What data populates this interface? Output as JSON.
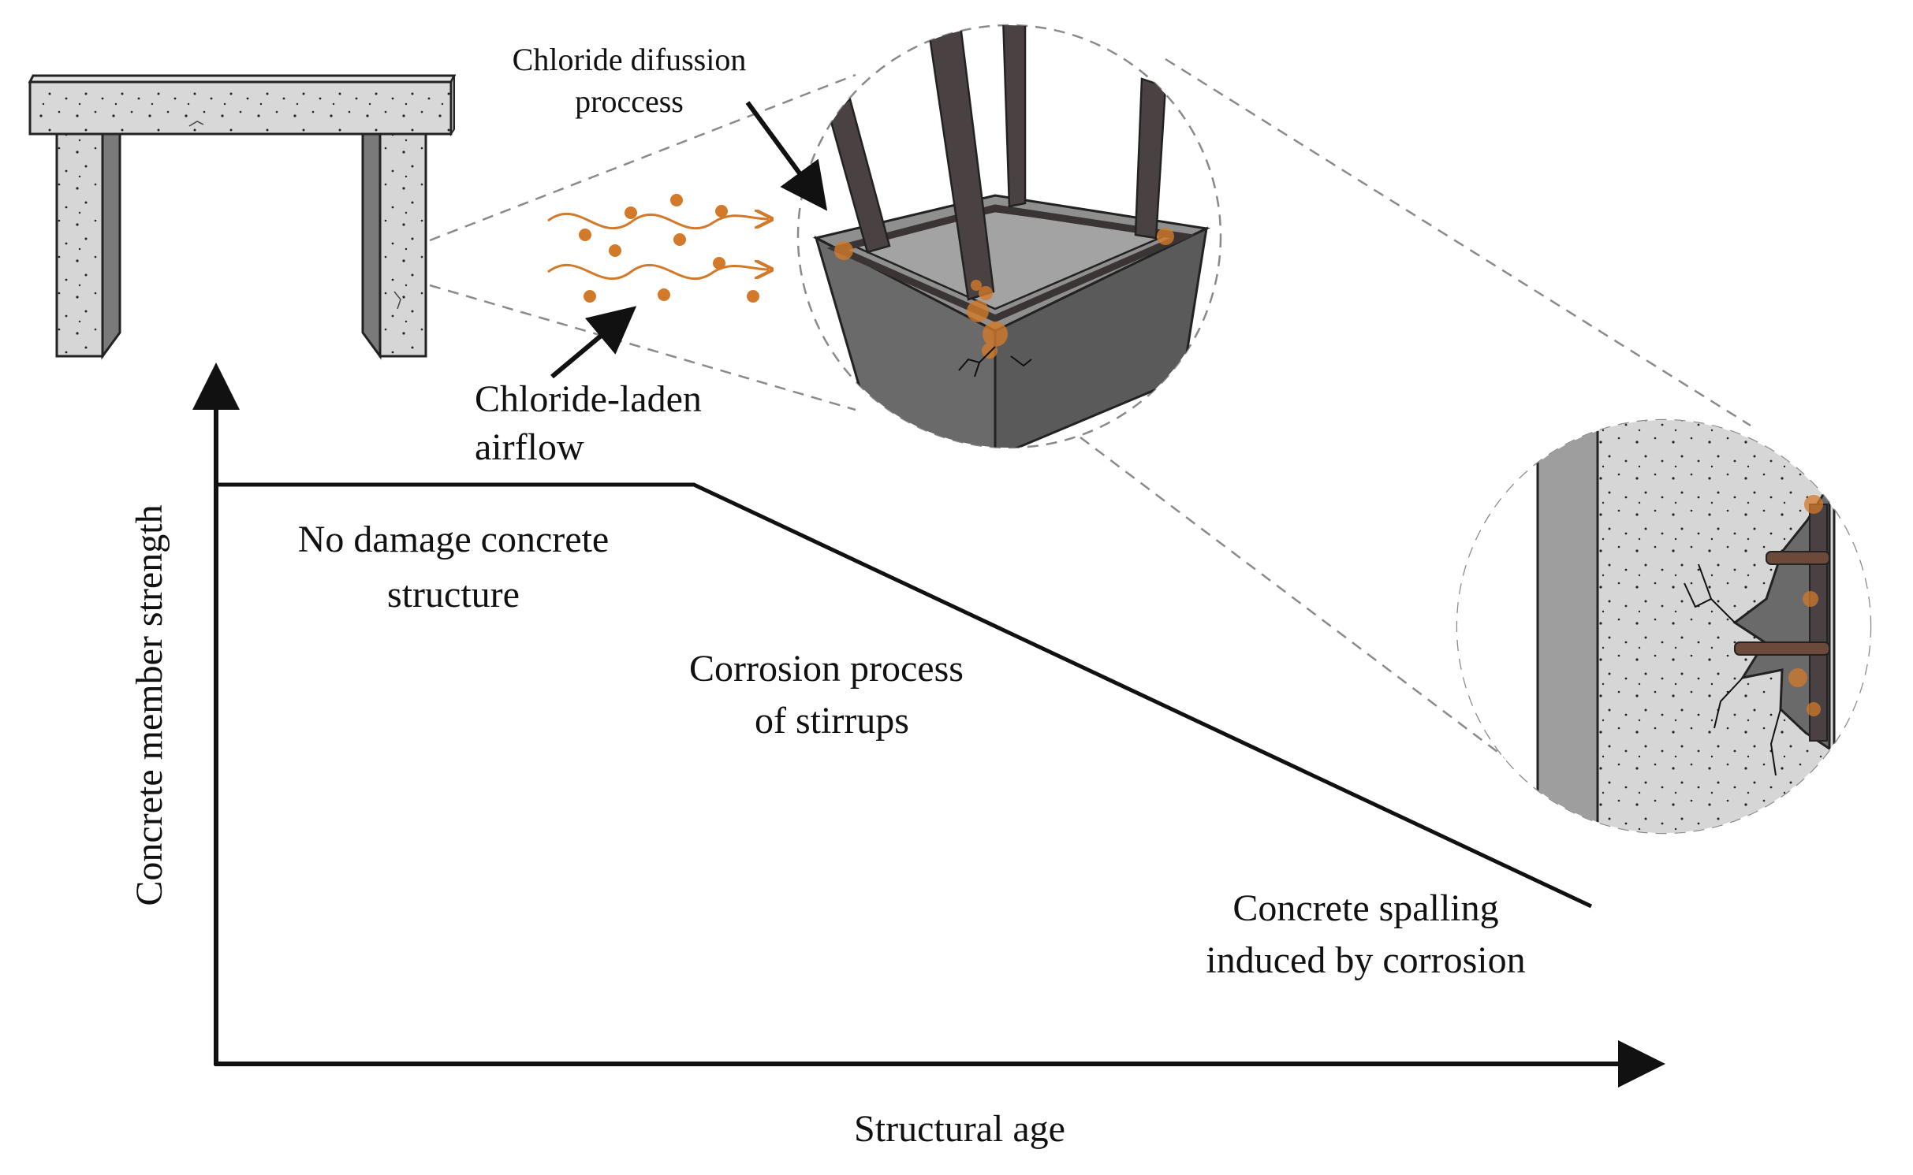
{
  "labels": {
    "chloride_diffusion_1": "Chloride difussion",
    "chloride_diffusion_2": "proccess",
    "chloride_airflow_1": "Chloride-laden",
    "chloride_airflow_2": "airflow",
    "no_damage_1": "No damage concrete",
    "no_damage_2": "structure",
    "corrosion_1": "Corrosion process",
    "corrosion_2": "of stirrups",
    "spalling_1": "Concrete spalling",
    "spalling_2": "induced by corrosion"
  },
  "axes": {
    "x_label": "Structural age",
    "y_label": "Concrete member strength"
  },
  "colors": {
    "chloride": "#d27a2a",
    "rebar": "#4a4242",
    "concrete_light": "#d6d6d6",
    "concrete_dark": "#6e6e6e"
  }
}
